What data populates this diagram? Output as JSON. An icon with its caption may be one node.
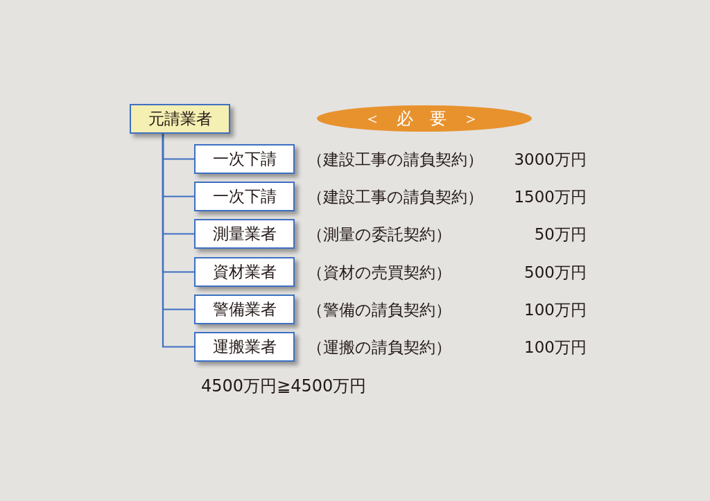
{
  "diagram": {
    "nodes": [
      {
        "text": [
          "元請業者"
        ]
      },
      {
        "text": [
          "一次下請"
        ],
        "beside": [
          "（建設工事の請負契約）"
        ]
      },
      {
        "text": [
          "一次下請"
        ],
        "beside": [
          "（建設工事の請負契約）"
        ]
      },
      {
        "text": [
          "測量業者"
        ],
        "beside": [
          "（測量の委託契約）"
        ]
      },
      {
        "text": [
          "資材業者"
        ],
        "beside": [
          "（資材の売買契約）"
        ]
      },
      {
        "text": [
          "警備業者"
        ],
        "beside": [
          "（警備の請負契約）"
        ]
      },
      {
        "text": [
          "運搬業者"
        ],
        "beside": [
          "（運搬の請負契約）"
        ]
      },
      {
        "text": [
          "＜ 必 要 ＞"
        ]
      }
    ],
    "edges": [
      {
        "from": 0,
        "to": 1,
        "arrow": "none"
      },
      {
        "from": 0,
        "to": 2,
        "arrow": "none"
      },
      {
        "from": 0,
        "to": 3,
        "arrow": "none"
      },
      {
        "from": 0,
        "to": 4,
        "arrow": "none"
      },
      {
        "from": 0,
        "to": 5,
        "arrow": "none"
      },
      {
        "from": 0,
        "to": 6,
        "arrow": "none"
      }
    ],
    "labels": [
      "3000万円",
      "1500万円",
      "50万円",
      "500万円",
      "100万円",
      "100万円",
      "4500万円≧4500万円"
    ]
  }
}
